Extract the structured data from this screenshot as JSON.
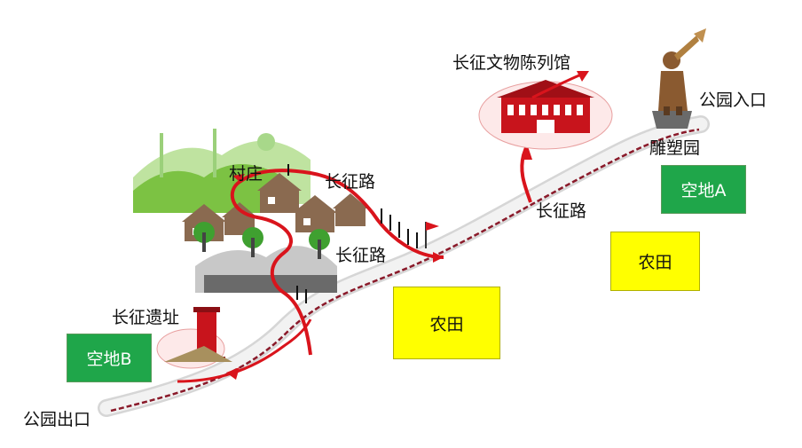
{
  "labels": {
    "park_entrance": "公园入口",
    "park_exit": "公园出口",
    "sculpture_garden": "雕塑园",
    "museum": "长征文物陈列馆",
    "village": "村庄",
    "road_upper": "长征路",
    "road_lower": "长征路",
    "road_right": "长征路",
    "site": "长征遗址"
  },
  "areas": {
    "space_a": "空地A",
    "space_b": "空地B",
    "farmland_center": "农田",
    "farmland_right": "农田"
  },
  "colors": {
    "route_red": "#d9141c",
    "road_fill": "#eeeeee",
    "road_dash": "#8a1a2a",
    "space_green": "#1fa64a",
    "farmland_yellow": "#ffff00",
    "hill_green": "#7cc243",
    "house_brown": "#8a6a50"
  },
  "icons": [
    "sculpture-icon",
    "museum-building-icon",
    "monument-icon",
    "village-houses-icon",
    "flag-icon",
    "marchers-icon"
  ]
}
